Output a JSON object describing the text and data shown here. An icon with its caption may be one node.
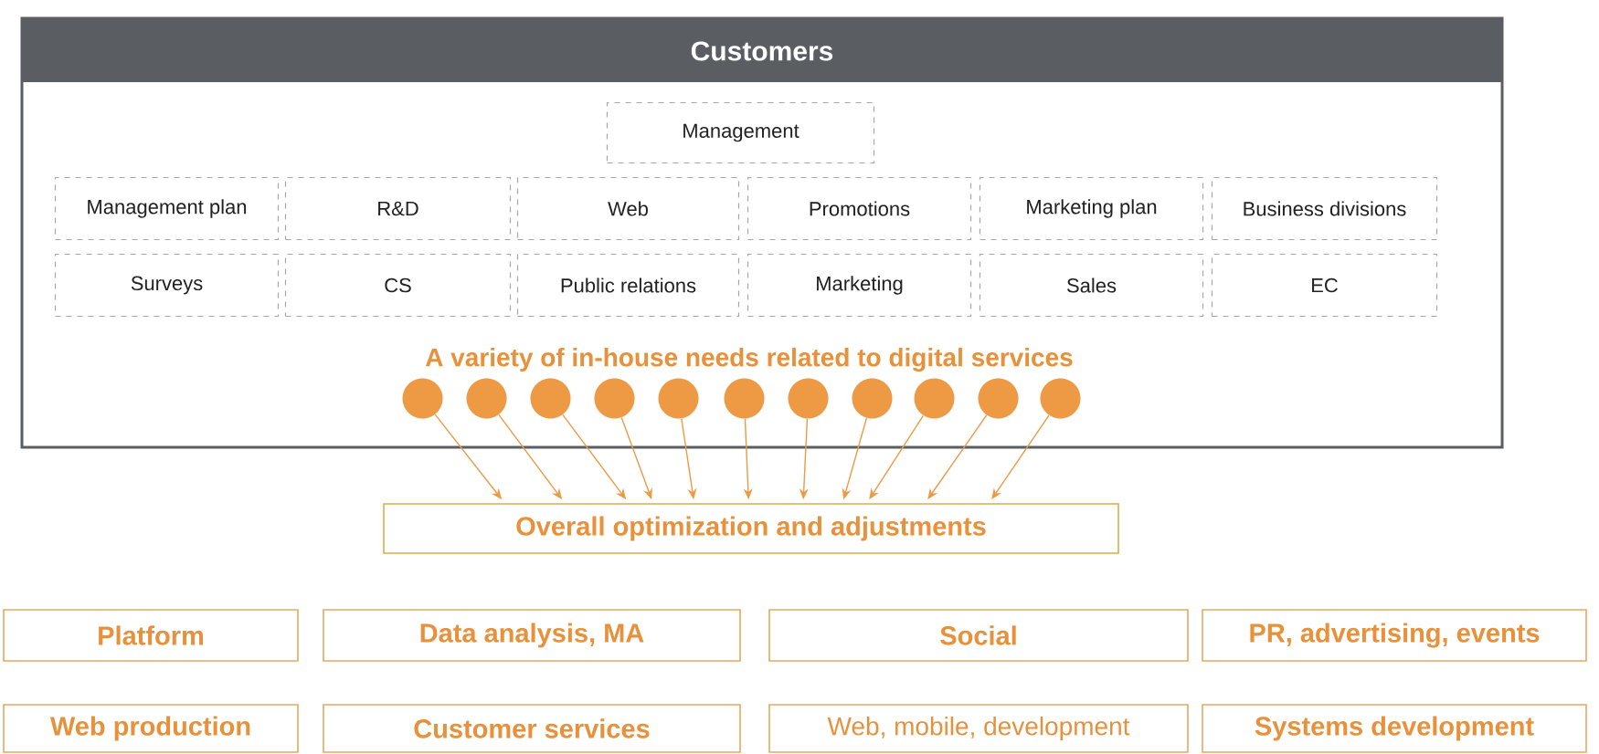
{
  "diagram": {
    "nodes": [
      {
        "text": [
          "Customers",
          "A variety of in-house needs related to digital services"
        ]
      },
      {
        "text": [
          "Management"
        ],
        "in": 0
      },
      {
        "text": [
          "Management plan"
        ],
        "in": 0
      },
      {
        "text": [
          "R&D"
        ],
        "in": 0
      },
      {
        "text": [
          "Web"
        ],
        "in": 0
      },
      {
        "text": [
          "Promotions"
        ],
        "in": 0
      },
      {
        "text": [
          "Marketing plan"
        ],
        "in": 0
      },
      {
        "text": [
          "Business divisions"
        ],
        "in": 0
      },
      {
        "text": [
          "Surveys"
        ],
        "in": 0
      },
      {
        "text": [
          "CS"
        ],
        "in": 0
      },
      {
        "text": [
          "Public relations"
        ],
        "in": 0
      },
      {
        "text": [
          "Marketing"
        ],
        "in": 0
      },
      {
        "text": [
          "Sales"
        ],
        "in": 0
      },
      {
        "text": [
          "EC"
        ],
        "in": 0
      },
      {
        "text": [],
        "shape": "circle",
        "in": 0
      },
      {
        "text": [],
        "shape": "circle",
        "in": 0
      },
      {
        "text": [],
        "shape": "circle",
        "in": 0
      },
      {
        "text": [],
        "shape": "circle",
        "in": 0
      },
      {
        "text": [],
        "shape": "circle",
        "in": 0
      },
      {
        "text": [],
        "shape": "circle",
        "in": 0
      },
      {
        "text": [],
        "shape": "circle",
        "in": 0
      },
      {
        "text": [],
        "shape": "circle",
        "in": 0
      },
      {
        "text": [],
        "shape": "circle",
        "in": 0
      },
      {
        "text": [],
        "shape": "circle",
        "in": 0
      },
      {
        "text": [],
        "shape": "circle",
        "in": 0
      },
      {
        "text": [
          "Overall optimization and adjustments"
        ]
      },
      {
        "text": [
          "Platform"
        ]
      },
      {
        "text": [
          "Data analysis, MA"
        ]
      },
      {
        "text": [
          "Social"
        ]
      },
      {
        "text": [
          "PR, advertising, events"
        ]
      },
      {
        "text": [
          "Web production"
        ]
      },
      {
        "text": [
          "Customer services"
        ]
      },
      {
        "text": [
          "Web, mobile, development"
        ]
      },
      {
        "text": [
          "Systems development"
        ]
      }
    ],
    "edges": [
      {
        "from": 14,
        "to": 25,
        "arrow": "to"
      },
      {
        "from": 15,
        "to": 25,
        "arrow": "to"
      },
      {
        "from": 16,
        "to": 25,
        "arrow": "to"
      },
      {
        "from": 17,
        "to": 25,
        "arrow": "to"
      },
      {
        "from": 18,
        "to": 25,
        "arrow": "to"
      },
      {
        "from": 19,
        "to": 25,
        "arrow": "to"
      },
      {
        "from": 20,
        "to": 25,
        "arrow": "to"
      },
      {
        "from": 21,
        "to": 25,
        "arrow": "to"
      },
      {
        "from": 22,
        "to": 25,
        "arrow": "to"
      },
      {
        "from": 23,
        "to": 25,
        "arrow": "to"
      },
      {
        "from": 24,
        "to": 25,
        "arrow": "to"
      }
    ]
  }
}
